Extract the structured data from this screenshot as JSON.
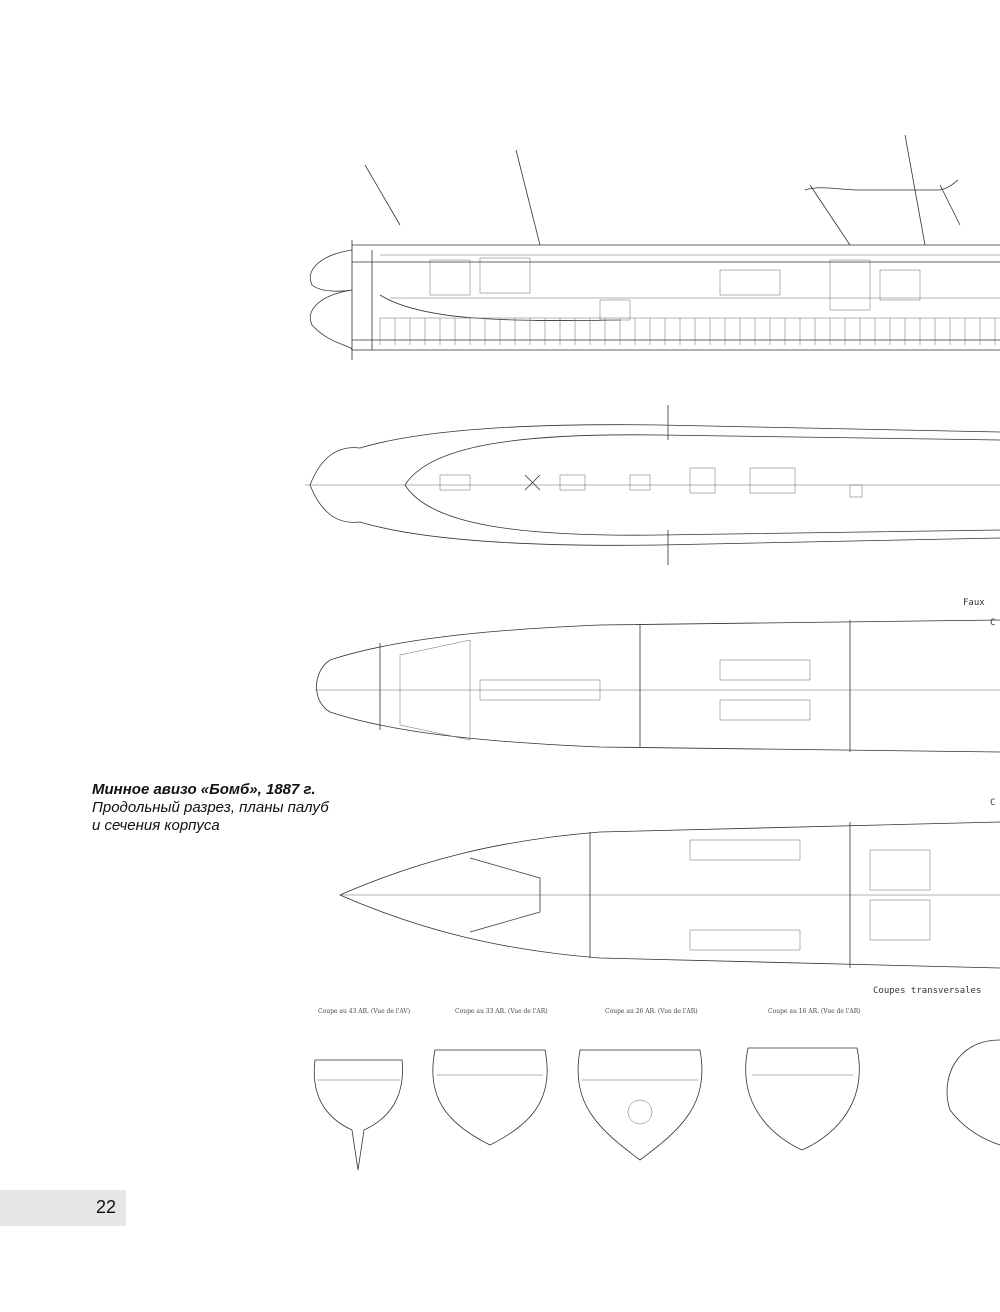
{
  "caption": {
    "title": "Минное авизо «Бомб», 1887 г.",
    "subtitle_line1": "Продольный разрез, планы палуб",
    "subtitle_line2": "и сечения корпуса"
  },
  "page_number": "22",
  "drawing_labels": {
    "deck_plan_label": "Faux",
    "deck_plan_label2": "C",
    "deck_plan_label3": "C",
    "sections_title": "Coupes transversales",
    "sections": [
      "Coupe au 43 AR. (Vue de l'AV)",
      "Coupe au 33 AR. (Vue de l'AR)",
      "Coupe au 26 AR. (Vue de l'AR)",
      "Coupe au 16 AR. (Vue de l'AR)"
    ]
  }
}
